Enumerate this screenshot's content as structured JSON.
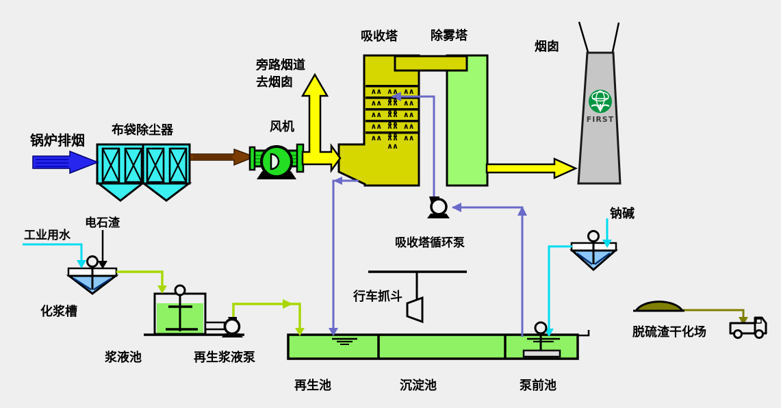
{
  "labels": {
    "boiler_exhaust": "锅炉排烟",
    "bag_filter": "布袋除尘器",
    "fan": "风机",
    "bypass_line1": "旁路烟道",
    "bypass_line2": "去烟囱",
    "absorber": "吸收塔",
    "demister": "除雾塔",
    "chimney": "烟囱",
    "chimney_logo": "FIRST",
    "industrial_water": "工业用水",
    "carbide_slag": "电石渣",
    "slurry_tank": "化浆槽",
    "slurry_pool": "浆液池",
    "regen_slurry_pump": "再生浆液泵",
    "absorber_circ_pump": "吸收塔循环泵",
    "crane_grab": "行车抓斗",
    "regen_pool": "再生池",
    "sedimentation_pool": "沉淀池",
    "pump_forebay": "泵前池",
    "sodium_alkali": "钠碱",
    "slag_drying_field": "脱硫渣干化场"
  },
  "absorber": {
    "nozzle_row": "∧∧ ∧∧ ∧∧ ∧∧",
    "spray_levels": 5
  },
  "colors": {
    "background": "#efefef",
    "absorber_yellow": "#d6d600",
    "arrow_yellow": "#ffff00",
    "demister_green": "#9efa70",
    "pool_green": "#8ef264",
    "baghouse_cyan": "#3af0f0",
    "fan_green": "#22dd22",
    "chimney_gray": "#c6c6c6",
    "logo_green": "#009540",
    "boiler_arrow_blue": "#2626ee",
    "duct_brown": "#7a3c00",
    "pipe_purple": "#6a6ac8",
    "pipe_cyan": "#00dcf0",
    "pipe_yellowgreen": "#a8d800",
    "slag_olive": "#7f7f00",
    "tank_water_blue": "#8cc8f8"
  }
}
